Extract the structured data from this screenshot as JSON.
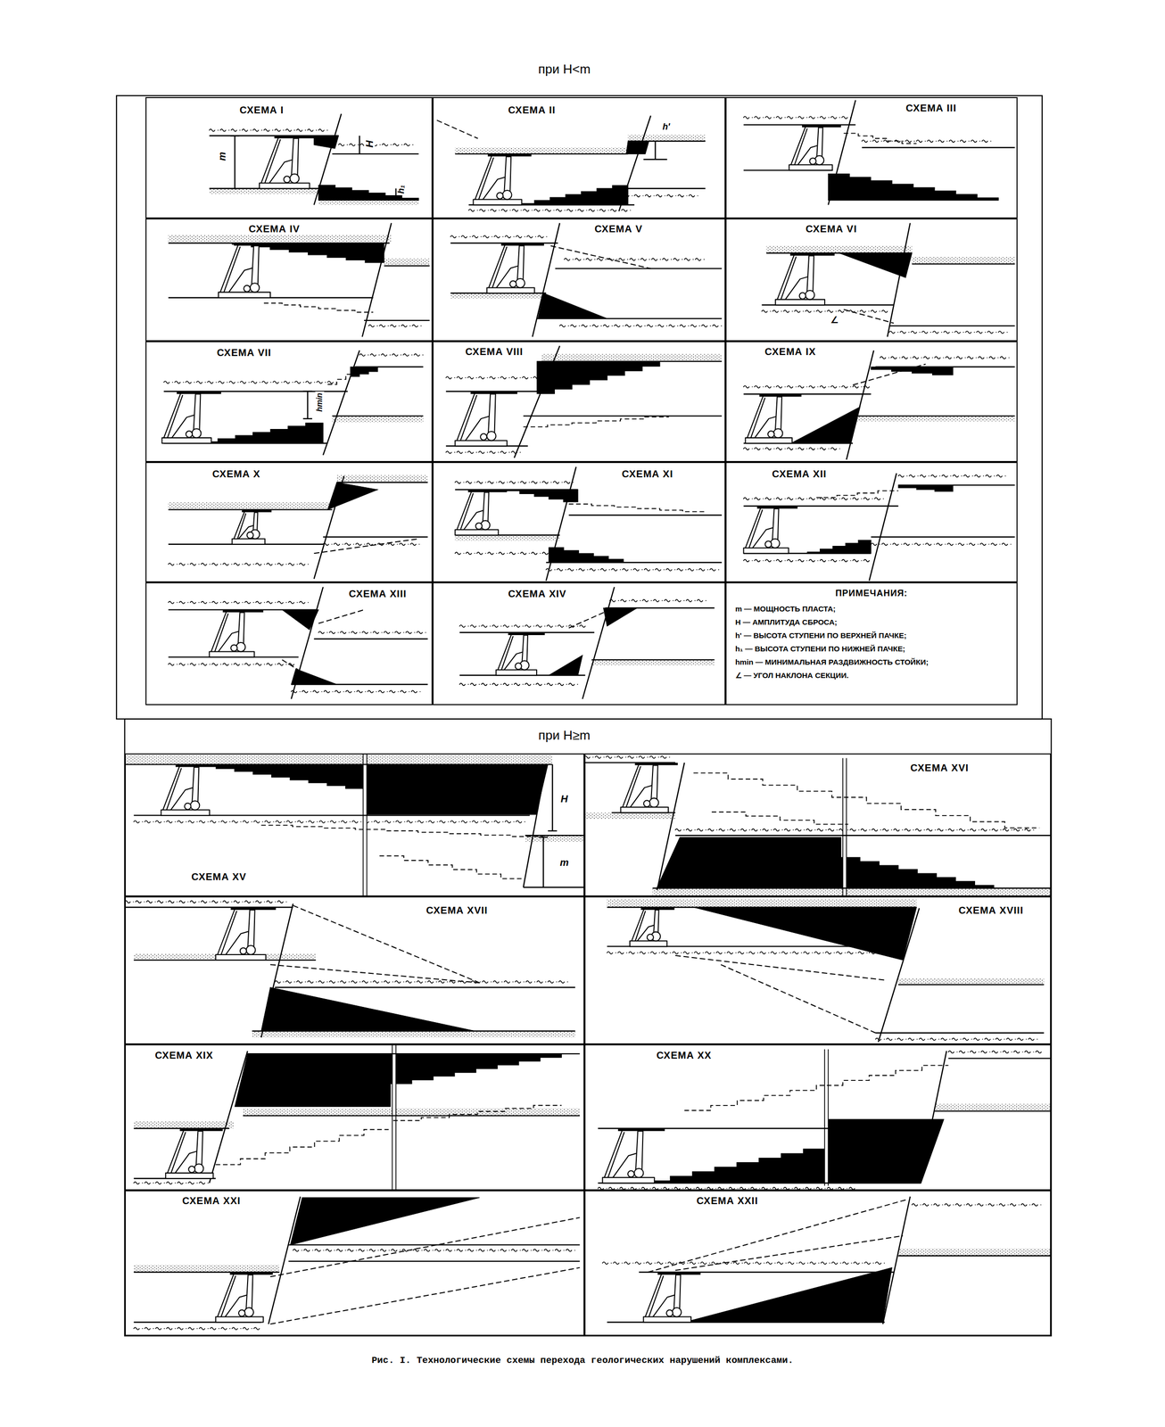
{
  "diagram": {
    "caption": "Рис. I. Технологические схемы перехода геологических нарушений комплексами.",
    "nodes": [
      {
        "text": [
          "СХЕМА I"
        ]
      },
      {
        "text": [
          "СХЕМА II"
        ]
      },
      {
        "text": [
          "СХЕМА III"
        ]
      },
      {
        "text": [
          "СХЕМА IV"
        ]
      },
      {
        "text": [
          "СХЕМА V"
        ]
      },
      {
        "text": [
          "СХЕМА VI"
        ]
      },
      {
        "text": [
          "СХЕМА VII"
        ]
      },
      {
        "text": [
          "СХЕМА VIII"
        ]
      },
      {
        "text": [
          "СХЕМА IX"
        ]
      },
      {
        "text": [
          "СХЕМА X"
        ]
      },
      {
        "text": [
          "СХЕМА XI"
        ]
      },
      {
        "text": [
          "СХЕМА XII"
        ]
      },
      {
        "text": [
          "СХЕМА XIII"
        ]
      },
      {
        "text": [
          "СХЕМА XIV"
        ]
      },
      {
        "text": [
          "ПРИМЕЧАНИЯ:",
          "m — МОЩНОСТЬ ПЛАСТА;",
          "H — АМПЛИТУДА СБРОСА;",
          "h' — ВЫСОТА СТУПЕНИ ПО ВЕРХНЕЙ ПАЧКЕ;",
          "h₁ — ВЫСОТА СТУПЕНИ ПО НИЖНЕЙ ПАЧКЕ;",
          "hmin — МИНИМАЛЬНАЯ РАЗДВИЖНОСТЬ СТОЙКИ;",
          "∠ — УГОЛ НАКЛОНА СЕКЦИИ."
        ]
      },
      {
        "text": [
          "СХЕМА XV"
        ]
      },
      {
        "text": [
          "СХЕМА XVI"
        ]
      },
      {
        "text": [
          "СХЕМА XVII"
        ]
      },
      {
        "text": [
          "СХЕМА XVIII"
        ]
      },
      {
        "text": [
          "СХЕМА XIX"
        ]
      },
      {
        "text": [
          "СХЕМА XX"
        ]
      },
      {
        "text": [
          "СХЕМА XXI"
        ]
      },
      {
        "text": [
          "СХЕМА XXII"
        ]
      }
    ],
    "labels": [
      "при H<m",
      "при H≥m",
      "m",
      "H",
      "h₁",
      "h'",
      "∠",
      "hmin",
      "H",
      "m"
    ]
  }
}
